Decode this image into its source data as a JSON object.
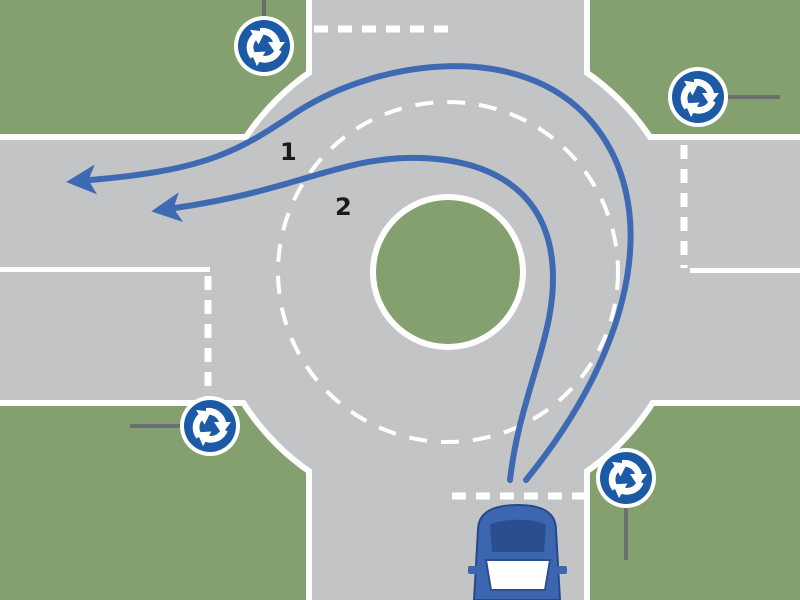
{
  "colors": {
    "grass": "#85a06f",
    "road": "#c3c4c6",
    "marking": "#ffffff",
    "route": "#3d6ab3",
    "sign_blue": "#1d5aa6",
    "pole": "#6b6e70",
    "car_body": "#3c66b0"
  },
  "icons": {
    "roundabout_sign": "roundabout-sign-icon",
    "car": "car-icon"
  },
  "routes": [
    {
      "id": "route-1",
      "label": "1"
    },
    {
      "id": "route-2",
      "label": "2"
    }
  ]
}
